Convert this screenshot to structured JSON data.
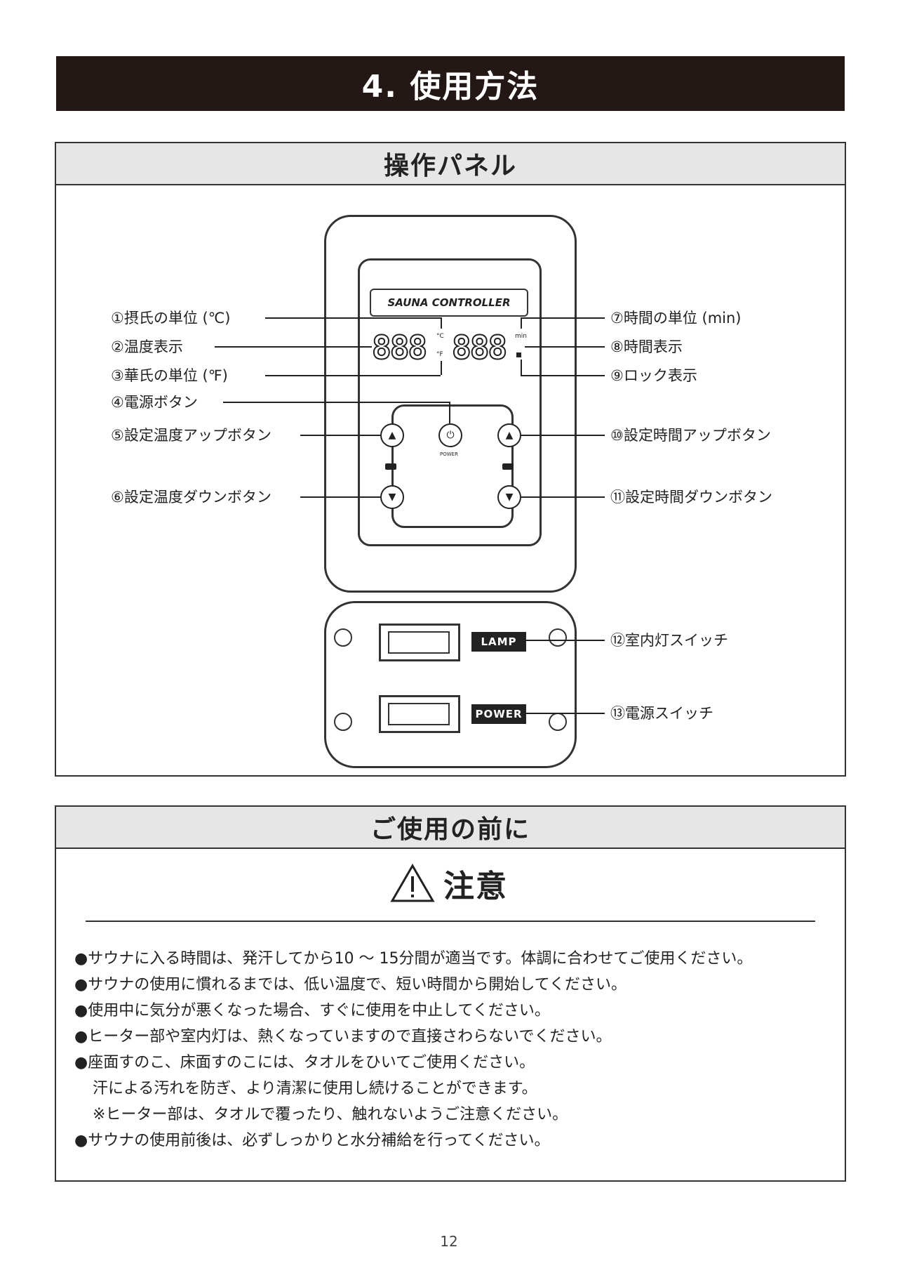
{
  "header": {
    "title": "4. 使用方法"
  },
  "panel_section": {
    "title": "操作パネル",
    "controller_label": "SAUNA CONTROLLER",
    "temp_display": "888",
    "time_display": "888",
    "unit_c": "°C",
    "unit_f": "°F",
    "unit_min": "min",
    "power_label": "POWER",
    "labels_left": [
      "①摂氏の単位 (℃)",
      "②温度表示",
      "③華氏の単位 (℉)",
      "④電源ボタン",
      "⑤設定温度アップボタン",
      "⑥設定温度ダウンボタン"
    ],
    "labels_right": [
      "⑦時間の単位 (min)",
      "⑧時間表示",
      "⑨ロック表示",
      "⑩設定時間アップボタン",
      "⑪設定時間ダウンボタン",
      "⑫室内灯スイッチ",
      "⑬電源スイッチ"
    ],
    "switch_tags": [
      "LAMP",
      "POWER"
    ]
  },
  "before_use_section": {
    "title": "ご使用の前に",
    "caution": "注意",
    "notes": [
      "●サウナに入る時間は、発汗してから10 ～ 15分間が適当です。体調に合わせてご使用ください。",
      "●サウナの使用に慣れるまでは、低い温度で、短い時間から開始してください。",
      "●使用中に気分が悪くなった場合、すぐに使用を中止してください。",
      "●ヒーター部や室内灯は、熱くなっていますので直接さわらないでください。",
      "●座面すのこ、床面すのこには、タオルをひいてご使用ください。",
      "汗による汚れを防ぎ、より清潔に使用し続けることができます。",
      "※ヒーター部は、タオルで覆ったり、触れないようご注意ください。",
      "●サウナの使用前後は、必ずしっかりと水分補給を行ってください。"
    ]
  },
  "footer": {
    "page_number": "12"
  }
}
